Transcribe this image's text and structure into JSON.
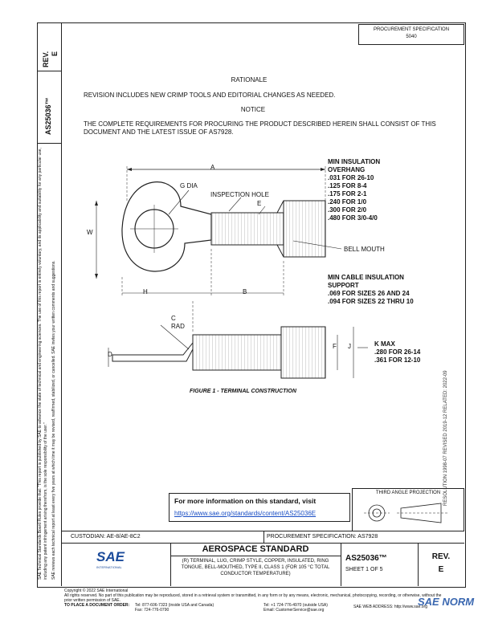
{
  "header": {
    "top_right_line1": "PROCUREMENT SPECIFICATION",
    "top_right_line2": "5040"
  },
  "sidebar": {
    "rev_label": "REV.",
    "rev_value": "E",
    "doc_number": "AS25036™",
    "disclaimer": "SAE Technical Standards Board Rules provide that: \"This report is published by SAE to advance the state of technical and engineering sciences. The use of this report is entirely voluntary, and its applicability and suitability for any particular use, including any patent infringement arising therefrom, is the sole responsibility of the user.\"",
    "disclaimer2": "SAE reviews each technical report at least every five years at which time it may be revised, reaffirmed, stabilized, or cancelled. SAE invites your written comments and suggestions.",
    "right_stamp": "RESOLUTION 1998-07   REVISED 2019-12   RELATED: 2022-09"
  },
  "body": {
    "rationale_title": "RATIONALE",
    "rationale_text": "REVISION INCLUDES NEW CRIMP TOOLS AND EDITORIAL CHANGES AS NEEDED.",
    "notice_title": "NOTICE",
    "notice_text": "THE COMPLETE REQUIREMENTS FOR PROCURING THE PRODUCT DESCRIBED HEREIN SHALL CONSIST OF THIS DOCUMENT AND THE LATEST ISSUE OF AS7928."
  },
  "figure": {
    "label_a": "A",
    "label_g": "G DIA",
    "label_insp": "INSPECTION HOLE",
    "label_e": "E",
    "label_w": "W",
    "label_h": "H",
    "label_b": "B",
    "label_bell": "BELL MOUTH",
    "label_c": "C",
    "label_rad": "RAD",
    "label_d": "D",
    "label_f": "F",
    "label_j": "J",
    "overhang_title1": "MIN INSULATION",
    "overhang_title2": "OVERHANG",
    "overhang_rows": [
      ".031 FOR 26-10",
      ".125 FOR 8-4",
      ".175 FOR 2-1",
      ".240 FOR 1/0",
      ".300 FOR 2/0",
      ".480 FOR 3/0-4/0"
    ],
    "support_title1": "MIN CABLE INSULATION",
    "support_title2": "SUPPORT",
    "support_rows": [
      ".069 FOR SIZES 26 AND 24",
      ".094 FOR SIZES 22 THRU 10"
    ],
    "kmax_title": "K MAX",
    "kmax_rows": [
      ".280 FOR 26-14",
      ".361 FOR 12-10"
    ],
    "caption": "FIGURE 1 - TERMINAL CONSTRUCTION"
  },
  "info_box": {
    "text": "For more information on this standard, visit",
    "link": "https://www.sae.org/standards/content/AS25036E"
  },
  "projection": {
    "label": "THIRD ANGLE PROJECTION"
  },
  "footer": {
    "custodian": "CUSTODIAN: AE-8/AE-8C2",
    "procurement": "PROCUREMENT SPECIFICATION: AS7928",
    "title": "AEROSPACE STANDARD",
    "desc": "(R) TERMINAL, LUG, CRIMP STYLE, COPPER, INSULATED, RING TONGUE, BELL-MOUTHED, TYPE II, CLASS 1 (FOR 105 °C TOTAL CONDUCTOR TEMPERATURE)",
    "doc": "AS25036™",
    "sheet": "SHEET 1 OF 5",
    "rev_label": "REV.",
    "rev": "E",
    "sae_logo": "SAE",
    "sae_sub": "INTERNATIONAL",
    "copyright": "Copyright © 2022 SAE International",
    "rights": "All rights reserved. No part of this publication may be reproduced, stored in a retrieval system or transmitted, in any form or by any means, electronic, mechanical, photocopying, recording, or otherwise, without the prior written permission of SAE.",
    "order_label": "TO PLACE A DOCUMENT ORDER:",
    "tel": "Tel: 877-606-7323 (inside USA and Canada)",
    "tel2": "Tel: +1 724-776-4970 (outside USA)",
    "fax": "Fax: 724-776-0790",
    "email": "Email: CustomerService@sae.org",
    "web": "SAE WEB ADDRESS: http://www.sae.org",
    "watermark": "SAE NORM"
  }
}
